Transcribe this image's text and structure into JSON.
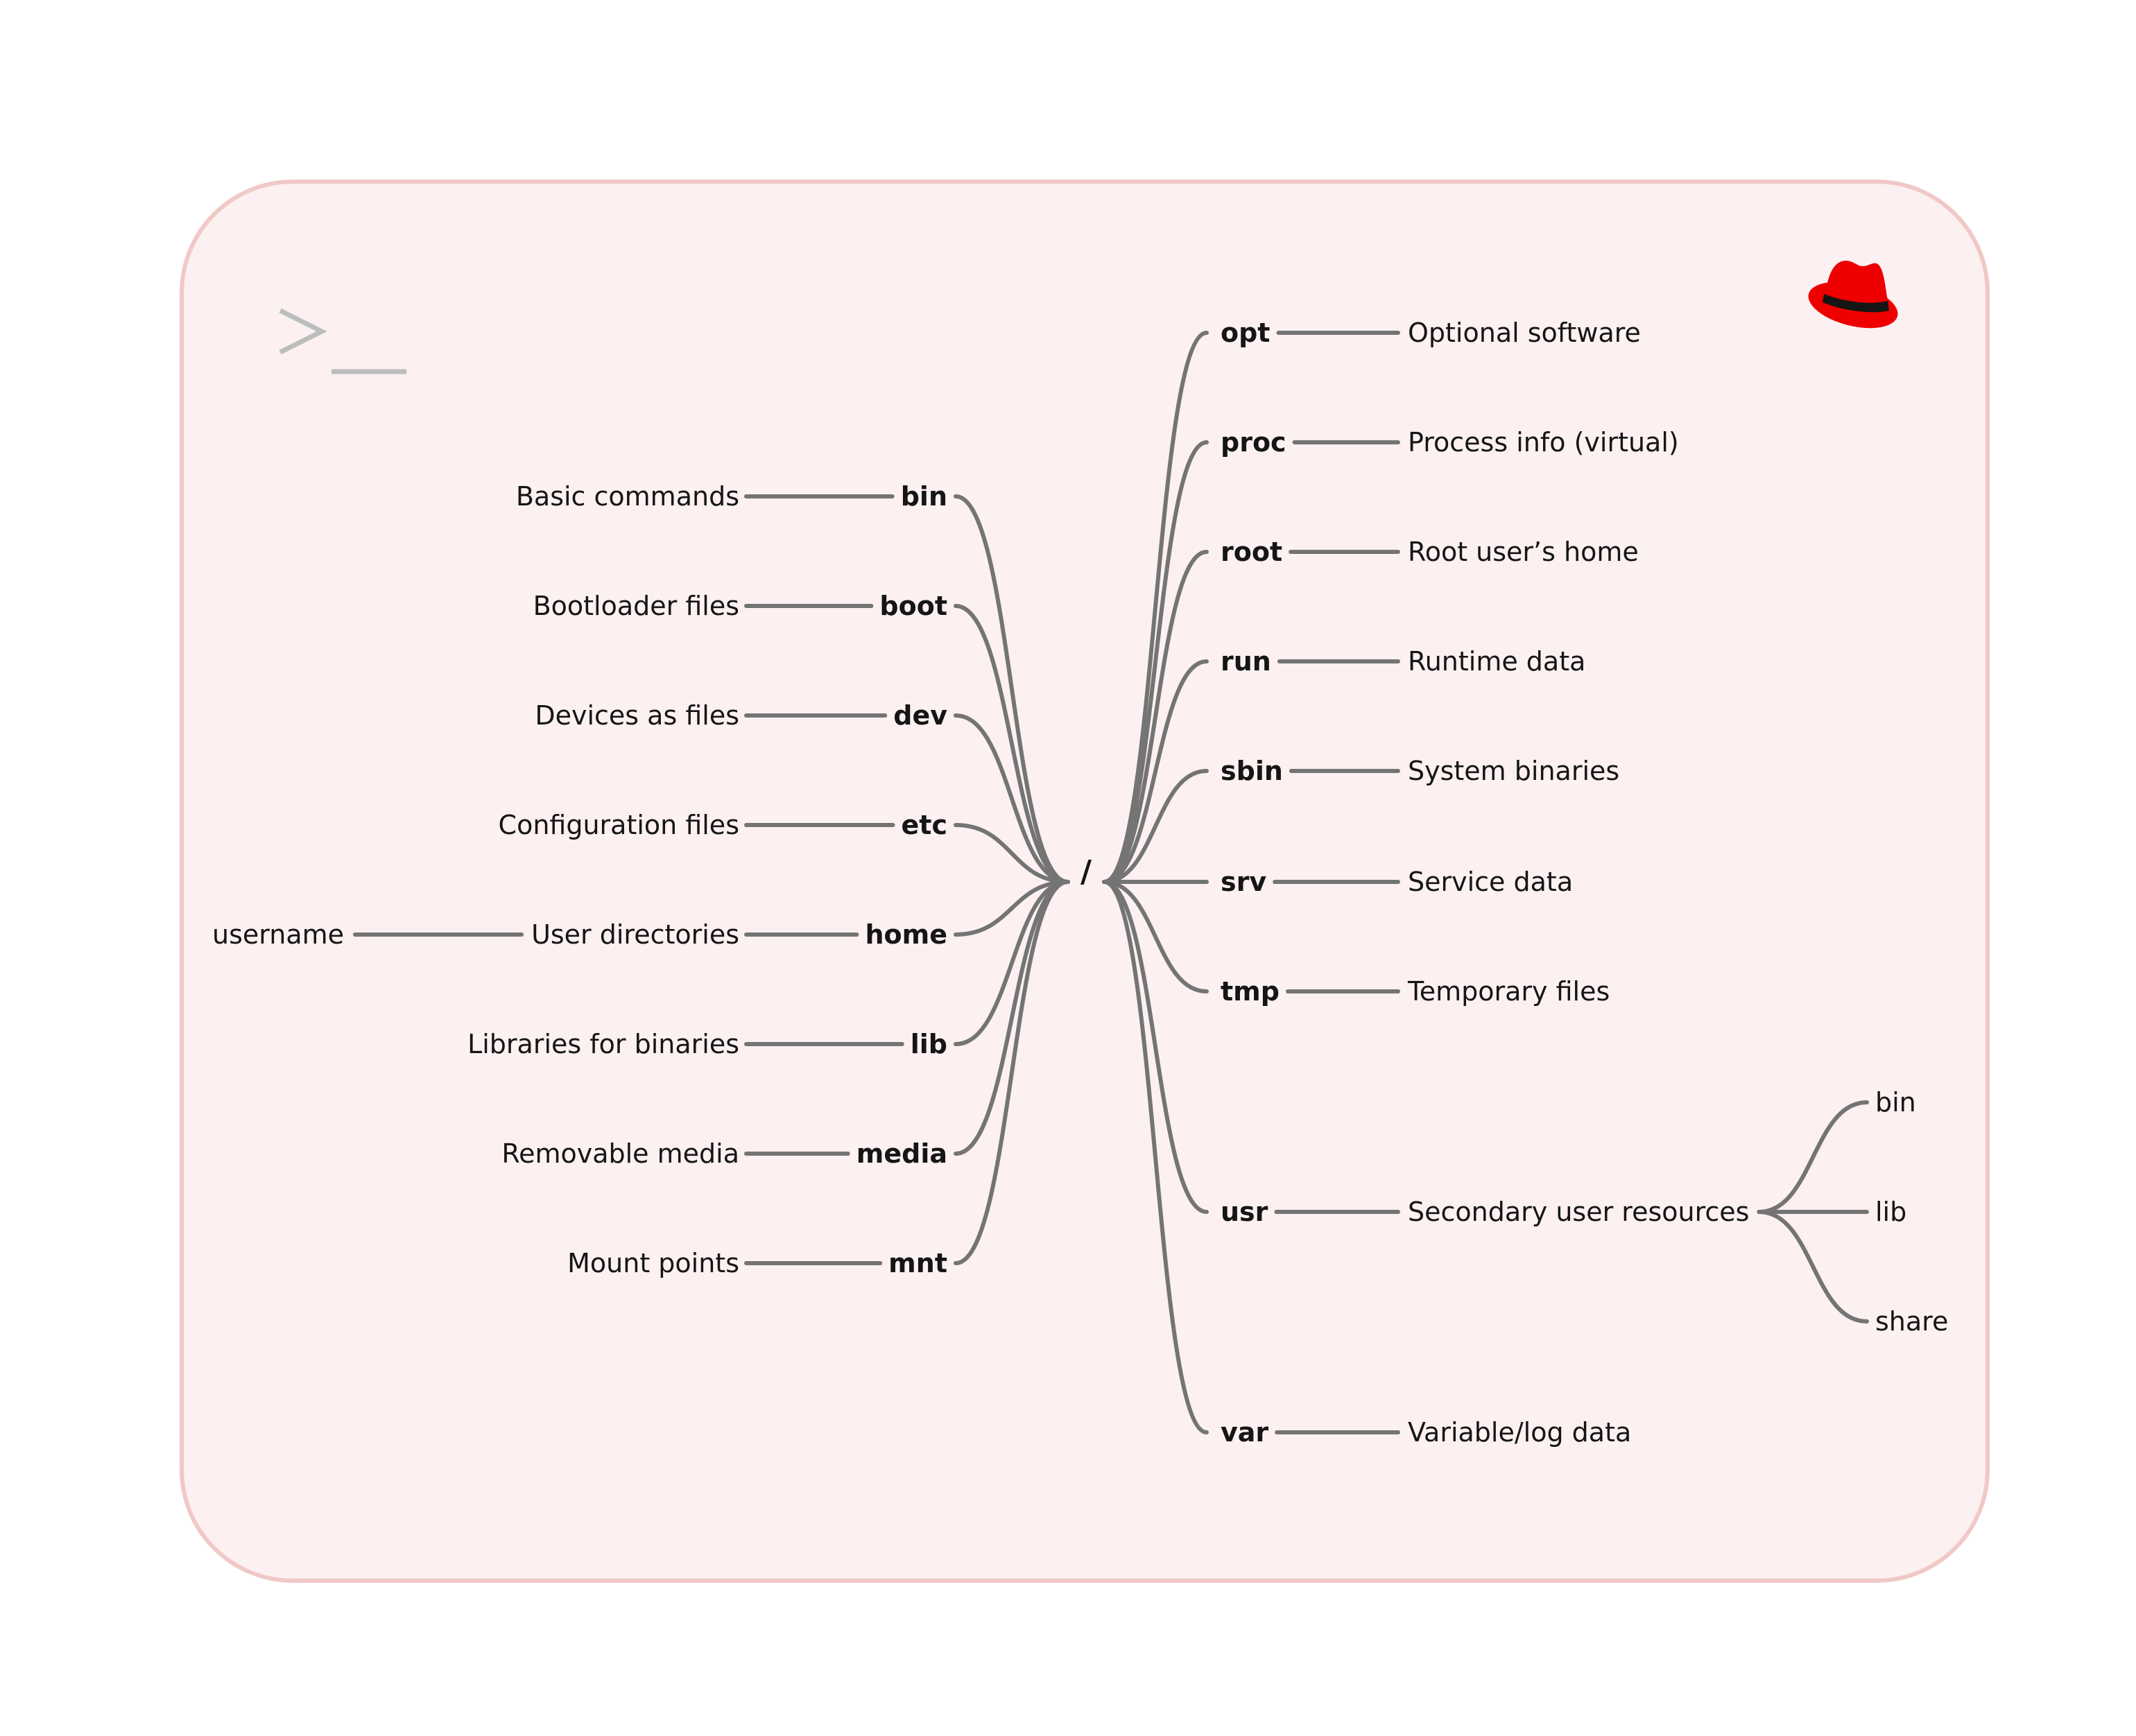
{
  "root": "/",
  "left": [
    {
      "dir": "bin",
      "desc": "Basic commands"
    },
    {
      "dir": "boot",
      "desc": "Bootloader files"
    },
    {
      "dir": "dev",
      "desc": "Devices as files"
    },
    {
      "dir": "etc",
      "desc": "Configuration files"
    },
    {
      "dir": "home",
      "desc": "User directories",
      "child": "username"
    },
    {
      "dir": "lib",
      "desc": "Libraries for binaries"
    },
    {
      "dir": "media",
      "desc": "Removable media"
    },
    {
      "dir": "mnt",
      "desc": "Mount points"
    }
  ],
  "right": [
    {
      "dir": "opt",
      "desc": "Optional software"
    },
    {
      "dir": "proc",
      "desc": "Process info (virtual)"
    },
    {
      "dir": "root",
      "desc": "Root user’s home"
    },
    {
      "dir": "run",
      "desc": "Runtime data"
    },
    {
      "dir": "sbin",
      "desc": "System binaries"
    },
    {
      "dir": "srv",
      "desc": "Service data"
    },
    {
      "dir": "tmp",
      "desc": "Temporary files"
    },
    {
      "dir": "usr",
      "desc": "Secondary user resources",
      "children": [
        "bin",
        "lib",
        "share"
      ]
    },
    {
      "dir": "var",
      "desc": "Variable/log data"
    }
  ],
  "icons": {
    "terminal": "terminal-prompt-icon",
    "logo": "red-hat-logo-icon"
  },
  "colors": {
    "card_fill": "#fcf0f1",
    "card_border": "#f0c8c6",
    "line": "#747474",
    "text": "#151515",
    "logo_red": "#ee0000"
  }
}
